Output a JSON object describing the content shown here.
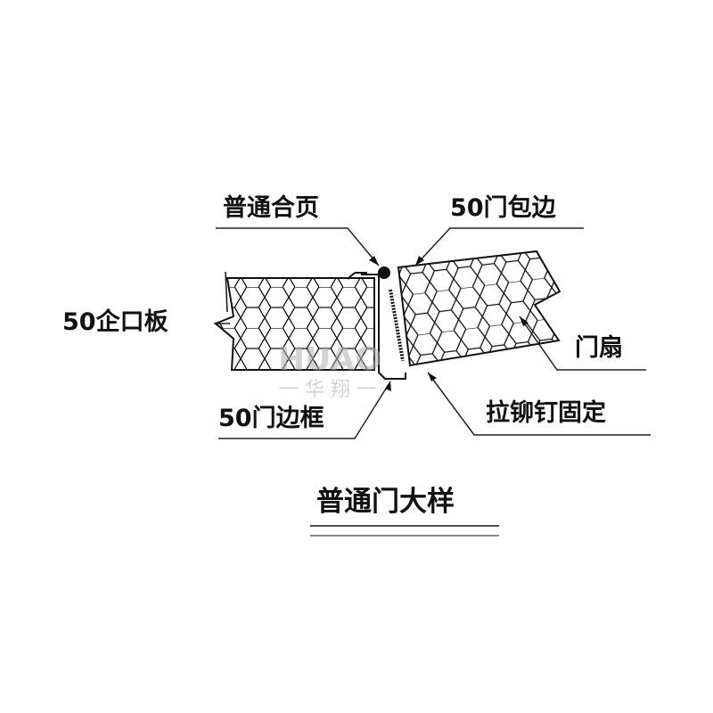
{
  "labels": {
    "hinge": "普通合页",
    "door_edge": "50门包边",
    "panel": "50企口板",
    "door_leaf": "门扇",
    "rivet": "拉铆钉固定",
    "door_frame": "50门边框"
  },
  "title": "普通门大样",
  "watermark": {
    "latin": "HUAO",
    "chinese": "一华翔一"
  },
  "colors": {
    "line": "#111111",
    "watermark": "#b0b0b0"
  }
}
